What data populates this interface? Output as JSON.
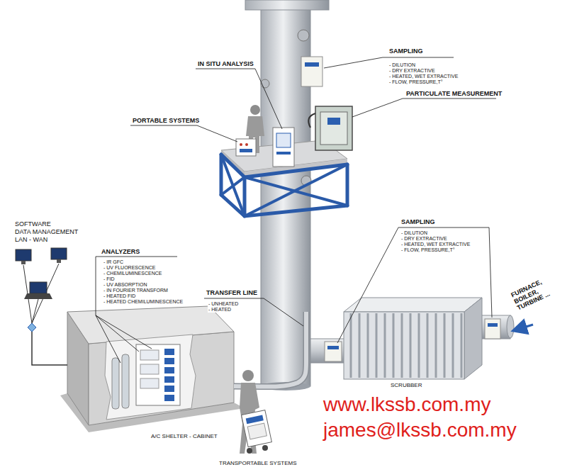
{
  "diagram": {
    "labels": [
      "SAMPLING",
      "- DILUTION",
      "- DRY EXTRACTIVE",
      "- HEATED, WET EXTRACTIVE",
      "- FLOW, PRESSURE,T°",
      "IN SITU ANALYSIS",
      "PARTICULATE MEASUREMENT",
      "PORTABLE SYSTEMS",
      "SOFTWARE",
      "DATA MANAGEMENT",
      "LAN - WAN",
      "ANALYZERS",
      "- IR GFC",
      "- UV FLUORESCENCE",
      "- CHEMILUMINESCENCE",
      "- FID",
      "- UV ABSORPTION",
      "- IN FOURIER TRANSFORM",
      "- HEATED FID",
      "- HEATED CHEMILUMINESCENCE",
      "TRANSFER LINE",
      "- UNHEATED",
      "- HEATED",
      "SAMPLING",
      "- DILUTION",
      "- DRY EXTRACTIVE",
      "- HEATED, WET EXTRACTIVE",
      "- FLOW, PRESSURE,T°",
      "FURNACE, BOILER, TURBINE ...",
      "SCRUBBER",
      "A/C SHELTER - CABINET",
      "TRANSPORTABLE SYSTEMS",
      "www.lkssb.com.my",
      "james@lkssb.com.my"
    ]
  }
}
